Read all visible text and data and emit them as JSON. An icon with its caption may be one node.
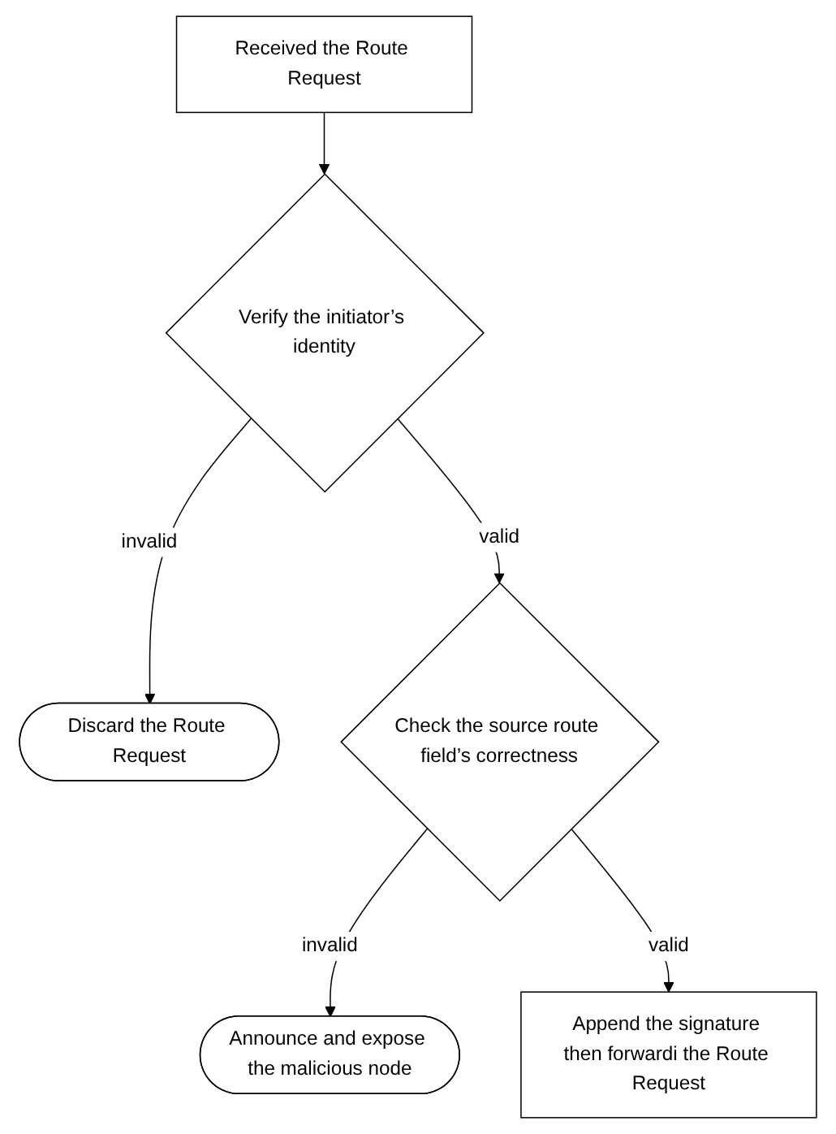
{
  "diagram": {
    "nodes": [
      {
        "text": [
          "Received the Route Request"
        ]
      },
      {
        "text": [
          "Verify the initiator’s identity"
        ]
      },
      {
        "text": [
          "Discard the Route Request"
        ]
      },
      {
        "text": [
          "Check the source route field’s correctness"
        ]
      },
      {
        "text": [
          "Announce and expose the malicious node"
        ]
      },
      {
        "text": [
          "Append the signature then forwardi the Route Request"
        ]
      }
    ],
    "edges": [
      {
        "from": 0,
        "to": 1,
        "arrow": "to"
      },
      {
        "from": 1,
        "to": 2,
        "arrow": "to",
        "label": "invalid"
      },
      {
        "from": 1,
        "to": 3,
        "arrow": "to",
        "label": "valid"
      },
      {
        "from": 3,
        "to": 4,
        "arrow": "to",
        "label": "invalid"
      },
      {
        "from": 3,
        "to": 5,
        "arrow": "to",
        "label": "valid"
      }
    ]
  }
}
